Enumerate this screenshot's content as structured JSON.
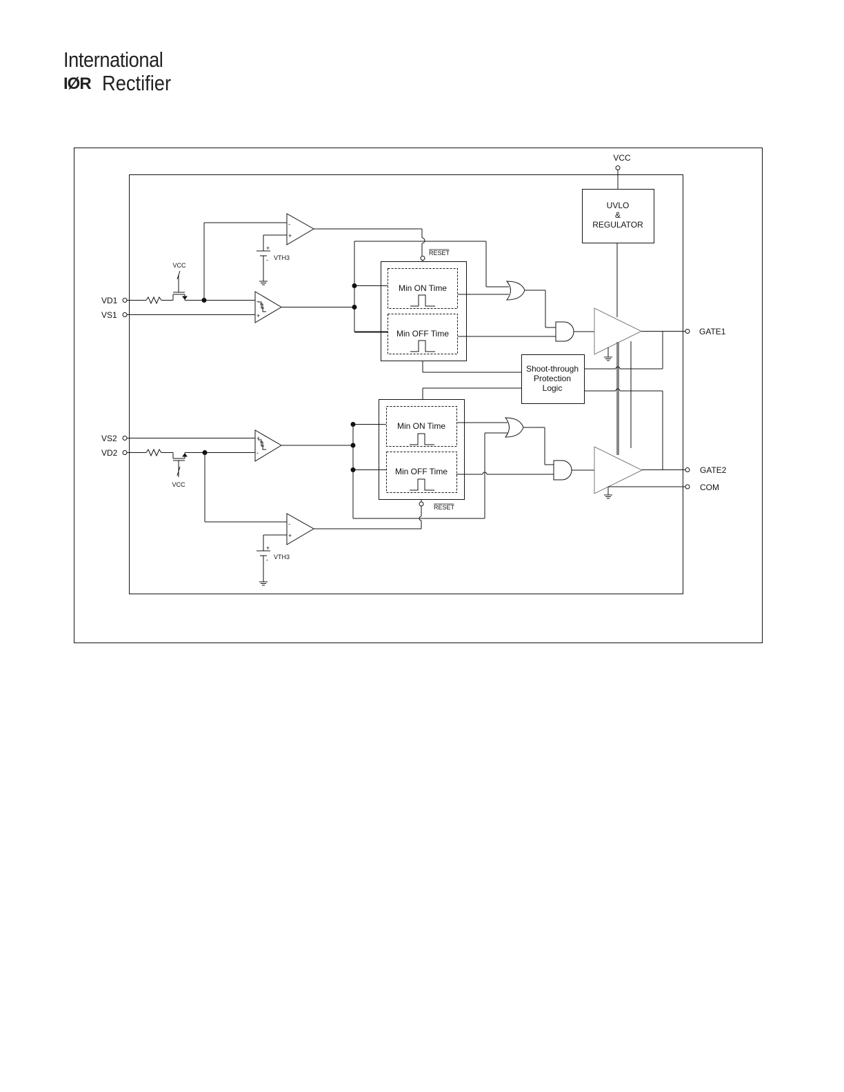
{
  "logo": {
    "line1": "International",
    "mark": "IØR",
    "line2": "Rectifier"
  },
  "labels": {
    "vcc_top": "VCC",
    "uvlo": "UVLO",
    "amp": "&",
    "regulator": "REGULATOR",
    "reset": "RESET",
    "vcc": "VCC",
    "vth3": "VTH3",
    "vd1": "VD1",
    "vs1": "VS1",
    "vs2": "VS2",
    "vd2": "VD2",
    "min_on": "Min ON Time",
    "min_off": "Min OFF Time",
    "stp1": "Shoot-through",
    "stp2": "Protection",
    "stp3": "Logic",
    "gate1": "GATE1",
    "gate2": "GATE2",
    "com": "COM",
    "plus": "+",
    "minus": "-"
  }
}
